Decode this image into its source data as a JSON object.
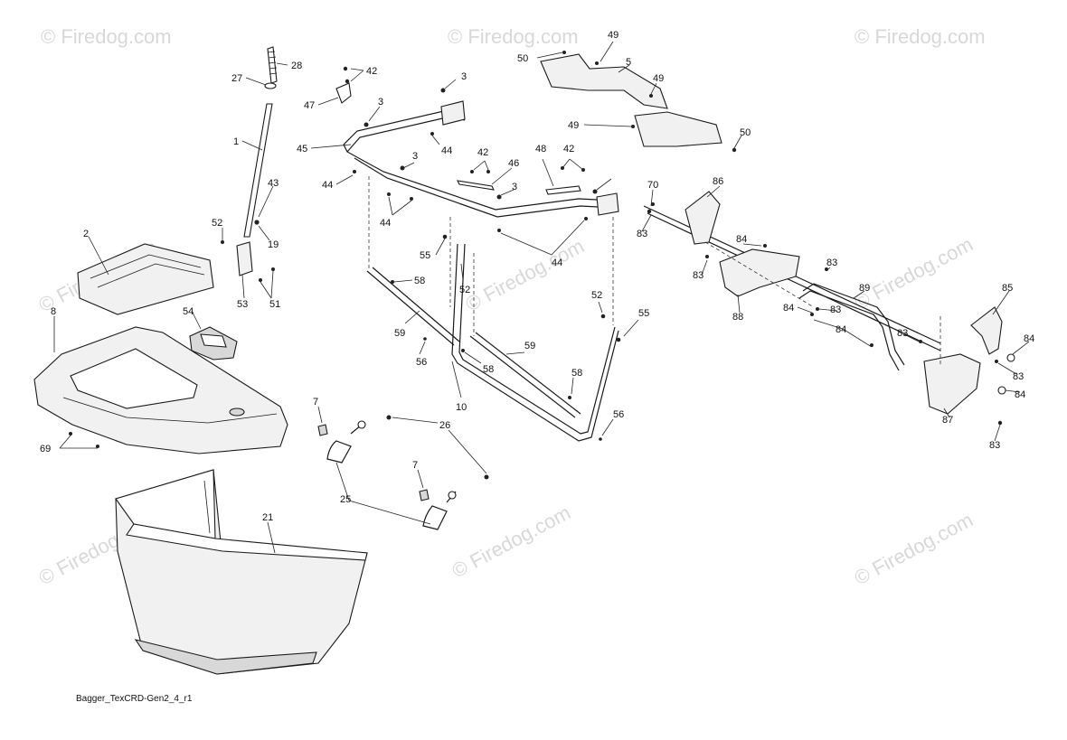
{
  "diagram": {
    "footer_label": "Bagger_TexCRD-Gen2_4_r1",
    "watermark_text": "© Firedog.com",
    "callouts": [
      "28",
      "27",
      "1",
      "42",
      "47",
      "3",
      "45",
      "44",
      "3",
      "44",
      "42",
      "46",
      "48",
      "42",
      "3",
      "3",
      "44",
      "44",
      "50",
      "49",
      "5",
      "49",
      "49",
      "50",
      "43",
      "19",
      "52",
      "53",
      "51",
      "2",
      "8",
      "54",
      "55",
      "58",
      "52",
      "59",
      "56",
      "58",
      "10",
      "59",
      "52",
      "55",
      "58",
      "56",
      "7",
      "26",
      "7",
      "25",
      "69",
      "21",
      "70",
      "86",
      "83",
      "84",
      "83",
      "83",
      "84",
      "89",
      "88",
      "83",
      "84",
      "85",
      "83",
      "84",
      "83",
      "84",
      "87",
      "83"
    ]
  }
}
